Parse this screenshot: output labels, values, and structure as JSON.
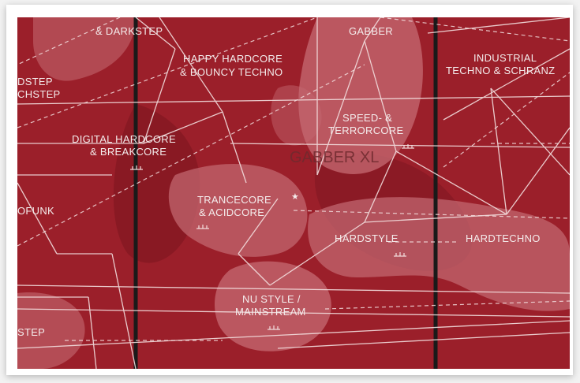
{
  "colors": {
    "background": "#9b1f2a",
    "blob_light": "#c56b73",
    "blob_dark": "#7d1620",
    "line": "#f3dede",
    "thick_line": "#1a1a1a"
  },
  "watermark": "GABBER XL",
  "labels": {
    "darkstep": "& DARKSTEP",
    "gabber": "GABBER",
    "happy_1": "HAPPY HARDCORE",
    "happy_2": "& BOUNCY TECHNO",
    "industrial_1": "INDUSTRIAL",
    "industrial_2": "TECHNO & SCHRANZ",
    "dstep_1": "DSTEP",
    "dstep_2": "CHSTEP",
    "speed_1": "SPEED- &",
    "speed_2": "TERRORCORE",
    "digital_1": "DIGITAL HARDCORE",
    "digital_2": "& BREAKCORE",
    "trancecore_1": "TRANCECORE",
    "trancecore_2": "& ACIDCORE",
    "ofunk": "OFUNK",
    "hardstyle": "HARDSTYLE",
    "hardtechno": "HARDTECHNO",
    "nustyle_1": "NU STYLE /",
    "nustyle_2": "MAINSTREAM",
    "step": "STEP"
  }
}
